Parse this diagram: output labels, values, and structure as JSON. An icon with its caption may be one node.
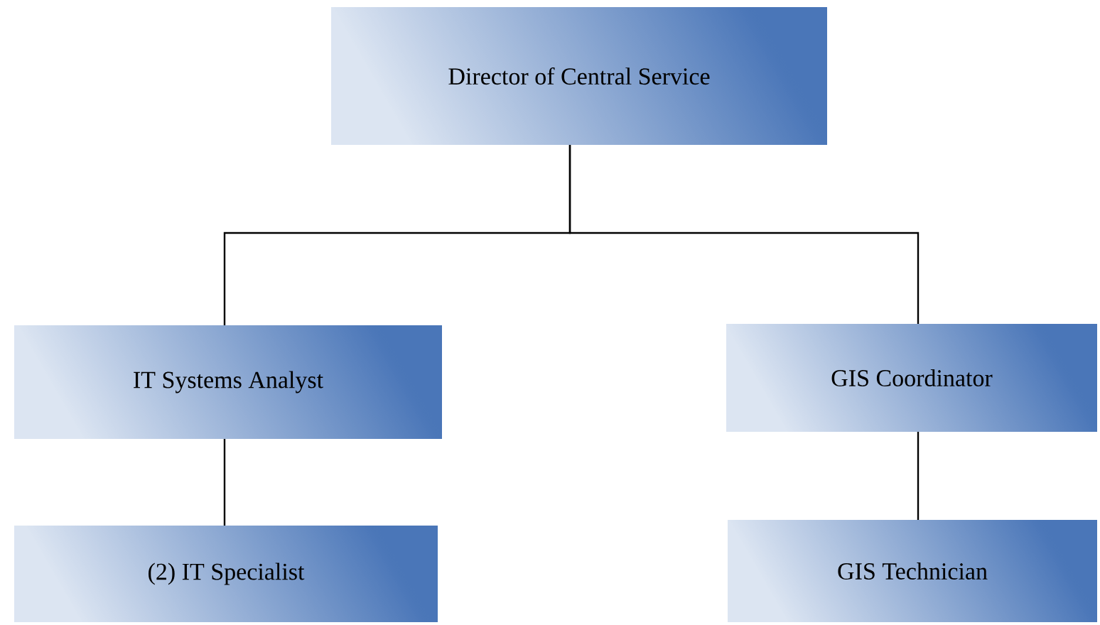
{
  "diagram": {
    "nodes": [
      {
        "text": [
          "Director of Central Service"
        ]
      },
      {
        "text": [
          "IT Systems Analyst"
        ]
      },
      {
        "text": [
          "GIS Coordinator"
        ]
      },
      {
        "text": [
          "(2) IT Specialist"
        ]
      },
      {
        "text": [
          "GIS Technician"
        ]
      }
    ],
    "edges": [
      {
        "from": 0,
        "to": 1,
        "arrow": "none"
      },
      {
        "from": 0,
        "to": 2,
        "arrow": "none"
      },
      {
        "from": 1,
        "to": 3,
        "arrow": "none"
      },
      {
        "from": 2,
        "to": 4,
        "arrow": "none"
      }
    ]
  }
}
